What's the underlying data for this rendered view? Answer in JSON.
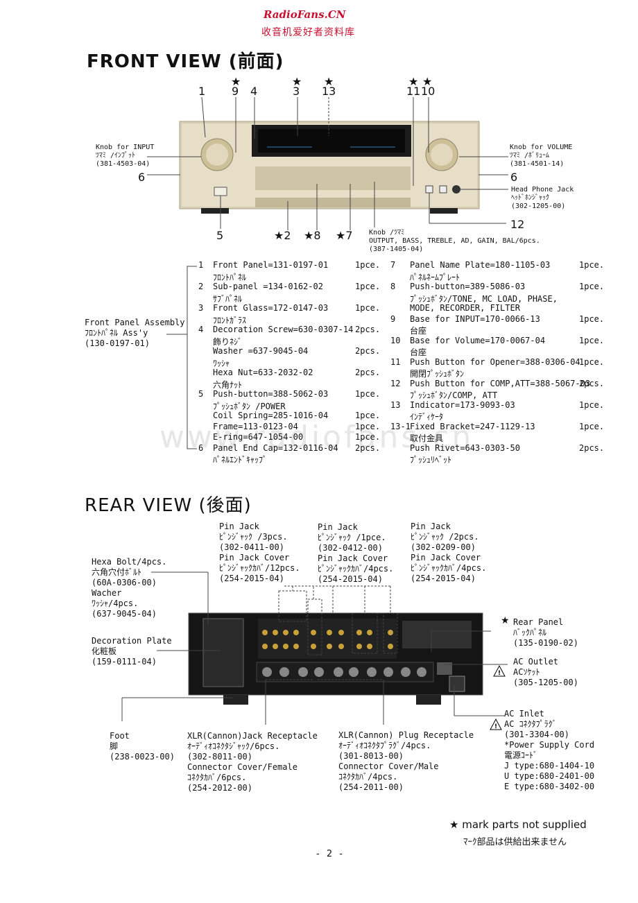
{
  "header": {
    "site": "RadioFans.CN",
    "site_cn": "收音机爱好者资料库"
  },
  "front": {
    "title": "FRONT VIEW  (前面)",
    "callouts": {
      "n1": "1",
      "s9": "★",
      "n9": "9",
      "n4": "4",
      "s3": "★",
      "n3": "3",
      "s13": "★",
      "n13": "13",
      "s11": "★",
      "s10": "★",
      "n11": "11",
      "n10": "10",
      "n6a": "6",
      "n6b": "6",
      "n5": "5",
      "n2": "★2",
      "n8": "★8",
      "n7": "★7",
      "n12": "12"
    },
    "knob_input": [
      "Knob for INPUT",
      "ﾂﾏﾐ /ｲﾝﾌﾟｯﾄ",
      "(381-4503-04)"
    ],
    "knob_volume": [
      "Knob for VOLUME",
      "ﾂﾏﾐ /ﾎﾞﾘｭｰﾑ",
      "(381-4501-14)"
    ],
    "headphone": [
      "Head Phone Jack",
      "ﾍｯﾄﾞﾎﾝｼﾞｬｯｸ",
      "(302-1205-00)"
    ],
    "knob_small": [
      "Knob /ﾂﾏﾐ",
      "OUTPUT, BASS, TREBLE, AD, GAIN, BAL/6pcs.",
      "(387-1405-04)"
    ],
    "assembly": [
      "Front Panel Assembly",
      "ﾌﾛﾝﾄﾊﾟﾈﾙ Ass'y",
      "(130-0197-01)"
    ],
    "left_col": [
      [
        "1",
        "Front Panel=131-0197-01",
        "1pce."
      ],
      [
        "",
        "ﾌﾛﾝﾄﾊﾟﾈﾙ",
        ""
      ],
      [
        "2",
        "Sub-panel =134-0162-02",
        "1pce."
      ],
      [
        "",
        "ｻﾌﾞﾊﾟﾈﾙ",
        ""
      ],
      [
        "3",
        "Front Glass=172-0147-03",
        "1pce."
      ],
      [
        "",
        "ﾌﾛﾝﾄｶﾞﾗｽ",
        ""
      ],
      [
        "4",
        "Decoration Screw=630-0307-14",
        "2pcs."
      ],
      [
        "",
        "飾りﾈｼﾞ",
        ""
      ],
      [
        "",
        "    Washer =637-9045-04",
        "2pcs."
      ],
      [
        "",
        "    ﾜｯｼｬ",
        ""
      ],
      [
        "",
        "    Hexa Nut=633-2032-02",
        "2pcs."
      ],
      [
        "",
        "    六角ﾅｯﾄ",
        ""
      ],
      [
        "5",
        "Push-button=388-5062-03",
        "1pce."
      ],
      [
        "",
        "ﾌﾟｯｼｭﾎﾞﾀﾝ /POWER",
        ""
      ],
      [
        "",
        "    Coil Spring=285-1016-04",
        "1pce."
      ],
      [
        "",
        "    Frame=113-0123-04",
        "1pce."
      ],
      [
        "",
        "    E-ring=647-1054-00",
        "1pce."
      ],
      [
        "6",
        "Panel End Cap=132-0116-04",
        "2pcs."
      ],
      [
        "",
        "ﾊﾟﾈﾙｴﾝﾄﾞｷｬｯﾌﾟ",
        ""
      ]
    ],
    "right_col": [
      [
        "7",
        "Panel Name Plate=180-1105-03",
        "1pce."
      ],
      [
        "",
        "ﾊﾟﾈﾙﾈｰﾑﾌﾟﾚｰﾄ",
        ""
      ],
      [
        "8",
        "Push-button=389-5086-03",
        "1pce."
      ],
      [
        "",
        "ﾌﾟｯｼｭﾎﾞﾀﾝ/TONE, MC LOAD, PHASE,",
        ""
      ],
      [
        "",
        "          MODE, RECORDER, FILTER",
        ""
      ],
      [
        "9",
        "Base for INPUT=170-0066-13",
        "1pce."
      ],
      [
        "",
        "台座",
        ""
      ],
      [
        "10",
        "Base for Volume=170-0067-04",
        "1pce."
      ],
      [
        "",
        "台座",
        ""
      ],
      [
        "11",
        "Push Button for Opener=388-0306-04",
        "1pce."
      ],
      [
        "",
        "開閉ﾌﾟｯｼｭﾎﾞﾀﾝ",
        ""
      ],
      [
        "12",
        "Push Button for COMP,ATT=388-5067-03",
        "2pcs."
      ],
      [
        "",
        "ﾌﾟｯｼｭﾎﾞﾀﾝ/COMP, ATT",
        ""
      ],
      [
        "13",
        "Indicator=173-9093-03",
        "1pce."
      ],
      [
        "",
        "ｲﾝﾃﾞｨｹｰﾀ",
        ""
      ],
      [
        "13-1",
        "Fixed Bracket=247-1129-13",
        "1pce."
      ],
      [
        "",
        "  取付金具",
        ""
      ],
      [
        "",
        "    Push Rivet=643-0303-50",
        "2pcs."
      ],
      [
        "",
        "    ﾌﾟｯｼｭﾘﾍﾞｯﾄ",
        ""
      ]
    ]
  },
  "rear": {
    "title": "REAR VIEW  (後面)",
    "pinjack1": [
      "Pin Jack",
      "ﾋﾟﾝｼﾞｬｯｸ /3pcs.",
      "(302-0411-00)",
      "  Pin Jack Cover",
      "  ﾋﾟﾝｼﾞｬｯｸｶﾊﾞ/12pcs.",
      "  (254-2015-04)"
    ],
    "pinjack2": [
      "Pin Jack",
      "ﾋﾟﾝｼﾞｬｯｸ /1pce.",
      "(302-0412-00)",
      "  Pin Jack Cover",
      "  ﾋﾟﾝｼﾞｬｯｸｶﾊﾞ/4pcs.",
      "  (254-2015-04)"
    ],
    "pinjack3": [
      "Pin Jack",
      "ﾋﾟﾝｼﾞｬｯｸ /2pcs.",
      "(302-0209-00)",
      "  Pin Jack Cover",
      "  ﾋﾟﾝｼﾞｬｯｸｶﾊﾞ/4pcs.",
      "  (254-2015-04)"
    ],
    "hexa": [
      "Hexa Bolt/4pcs.",
      "六角穴付ﾎﾞﾙﾄ",
      "(60A-0306-00)",
      "   Wacher",
      "   ﾜｯｼｬ/4pcs.",
      "   (637-9045-04)"
    ],
    "deco": [
      "Decoration Plate",
      "化粧板",
      "(159-0111-04)"
    ],
    "rear_panel_star": "★",
    "rear_panel": [
      "Rear Panel",
      "ﾊﾞｯｸﾊﾟﾈﾙ",
      "(135-0190-02)"
    ],
    "ac_outlet": [
      "AC Outlet",
      "ACｿｹｯﾄ",
      "(305-1205-00)"
    ],
    "ac_inlet": [
      "AC Inlet",
      "AC ｺﾈｸﾀﾌﾟﾗｸﾞ",
      "(301-3304-00)",
      "*Power Supply Cord",
      "  電源ｺｰﾄﾞ",
      "  J type:680-1404-10",
      "  U type:680-2401-00",
      "  E type:680-3402-00"
    ],
    "foot": [
      "Foot",
      "脚",
      "(238-0023-00)"
    ],
    "xlr_jack": [
      "XLR(Cannon)Jack Receptacle",
      "ｵｰﾃﾞｨｵｺﾈｸﾀｼﾞｬｯｸ/6pcs.",
      "(302-8011-00)",
      "  Connector Cover/Female",
      "  ｺﾈｸﾀｶﾊﾞ/6pcs.",
      "  (254-2012-00)"
    ],
    "xlr_plug": [
      "XLR(Cannon) Plug Receptacle",
      "ｵｰﾃﾞｨｵｺﾈｸﾀﾌﾟﾗｸﾞ/4pcs.",
      "(301-8013-00)",
      "  Connector Cover/Male",
      "  ｺﾈｸﾀｶﾊﾞ/4pcs.",
      "  (254-2011-00)"
    ]
  },
  "footer": {
    "mark_en": "★ mark parts not supplied",
    "mark_jp": "ﾏｰｸ部品は供給出来ません",
    "page": "- 2 -"
  },
  "watermark": "www.radiofans.cn"
}
